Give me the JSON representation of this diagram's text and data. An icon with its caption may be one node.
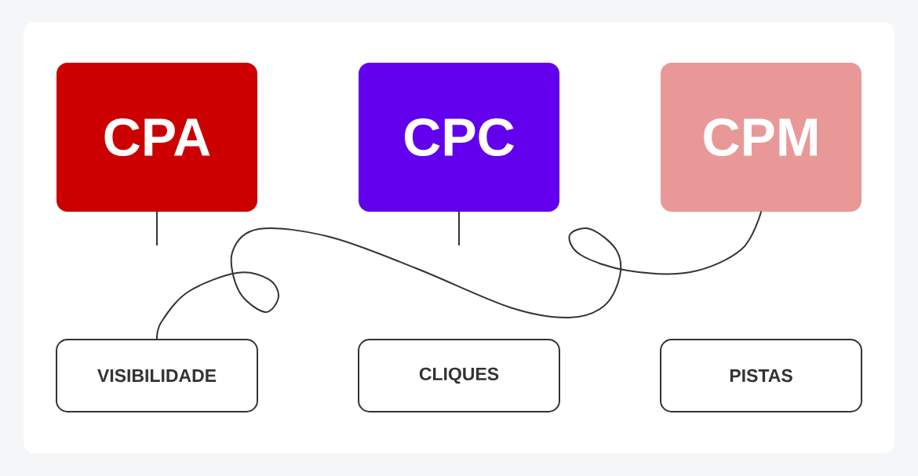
{
  "diagram": {
    "nodes": [
      {
        "text": [
          "CPA"
        ]
      },
      {
        "text": [
          "CPC"
        ]
      },
      {
        "text": [
          "CPM"
        ]
      },
      {
        "text": [
          "VISIBILIDADE"
        ]
      },
      {
        "text": [
          "CLIQUES"
        ]
      },
      {
        "text": [
          "PISTAS"
        ]
      }
    ],
    "edges": [
      {
        "from": 0,
        "to": null,
        "arrow": "none"
      },
      {
        "from": 1,
        "to": null,
        "arrow": "none"
      },
      {
        "from": 2,
        "to": 3,
        "arrow": "none"
      }
    ]
  }
}
